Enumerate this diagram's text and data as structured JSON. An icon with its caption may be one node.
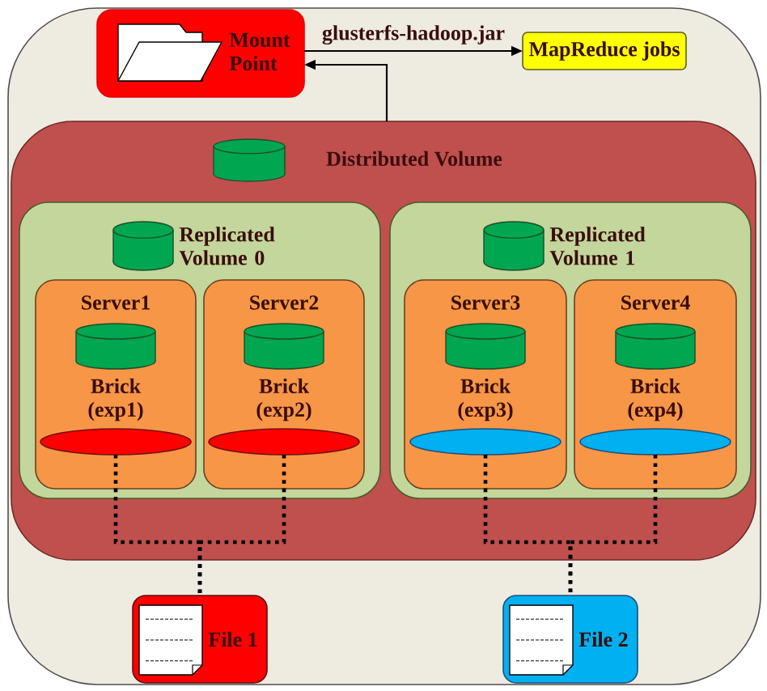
{
  "diagram": {
    "nodes": [
      {
        "text": [],
        "shape": "box"
      },
      {
        "text": [
          "Mount Point"
        ],
        "in": 0
      },
      {
        "text": [
          "MapReduce jobs"
        ],
        "in": 0
      },
      {
        "text": [
          "Distributed Volume"
        ],
        "in": 0
      },
      {
        "text": [
          "Replicated Volume 0"
        ],
        "in": 3
      },
      {
        "text": [
          "Server1",
          "Brick (exp1)"
        ],
        "in": 4
      },
      {
        "text": [],
        "shape": "ellipse",
        "in": 5
      },
      {
        "text": [
          "Server2",
          "Brick (exp2)"
        ],
        "in": 4
      },
      {
        "text": [],
        "shape": "ellipse",
        "in": 7
      },
      {
        "text": [
          "Replicated Volume 1"
        ],
        "in": 3
      },
      {
        "text": [
          "Server3",
          "Brick (exp3)"
        ],
        "in": 9
      },
      {
        "text": [],
        "shape": "ellipse",
        "in": 10
      },
      {
        "text": [
          "Server4",
          "Brick (exp4)"
        ],
        "in": 9
      },
      {
        "text": [],
        "shape": "ellipse",
        "in": 12
      },
      {
        "text": [
          "File 1"
        ],
        "in": 0
      },
      {
        "text": [
          "File 2"
        ],
        "in": 0
      }
    ],
    "edges": [
      {
        "from": 1,
        "to": 2,
        "arrow": "to",
        "label": "glusterfs-hadoop.jar"
      },
      {
        "from": 3,
        "to": 1,
        "arrow": "to"
      },
      {
        "from": 6,
        "to": 14,
        "arrow": "none",
        "style": "dashed"
      },
      {
        "from": 8,
        "to": 14,
        "arrow": "none",
        "style": "dashed"
      },
      {
        "from": 11,
        "to": 15,
        "arrow": "none",
        "style": "dashed"
      },
      {
        "from": 13,
        "to": 15,
        "arrow": "none",
        "style": "dashed"
      }
    ]
  }
}
